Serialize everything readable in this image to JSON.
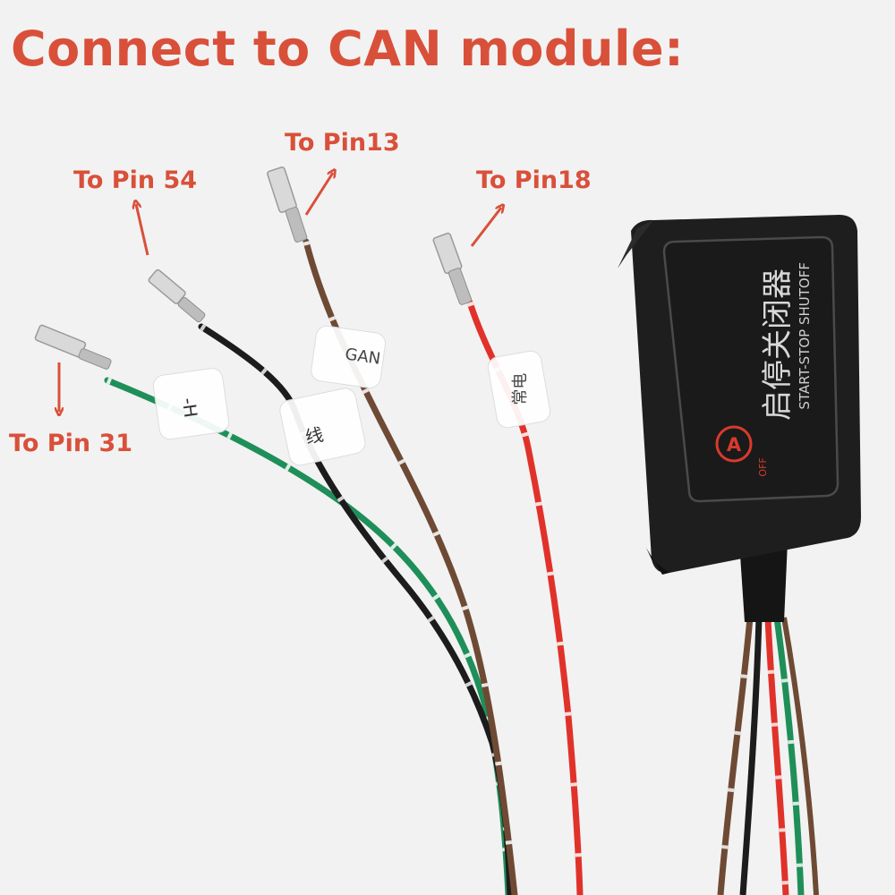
{
  "heading": "Connect to CAN module:",
  "callouts": {
    "pin54": "To Pin 54",
    "pin13": "To Pin13",
    "pin18": "To Pin18",
    "pin31": "To Pin 31"
  },
  "wire_tags": {
    "green": "-H",
    "black": "线",
    "brown": "GAN",
    "red": "常电"
  },
  "module": {
    "title_cn": "启停关闭器",
    "title_en": "START-STOP SHUTOFF",
    "badge_letter": "A",
    "badge_text": "OFF"
  },
  "colors": {
    "callout": "#d9503a",
    "wire_green": "#1f8f5a",
    "wire_black": "#1c1c1c",
    "wire_brown": "#6e4a35",
    "wire_red": "#e0322a",
    "module_body": "#1e1e1e",
    "module_label_text": "#d8d8d8",
    "badge_red": "#d93a2c"
  }
}
